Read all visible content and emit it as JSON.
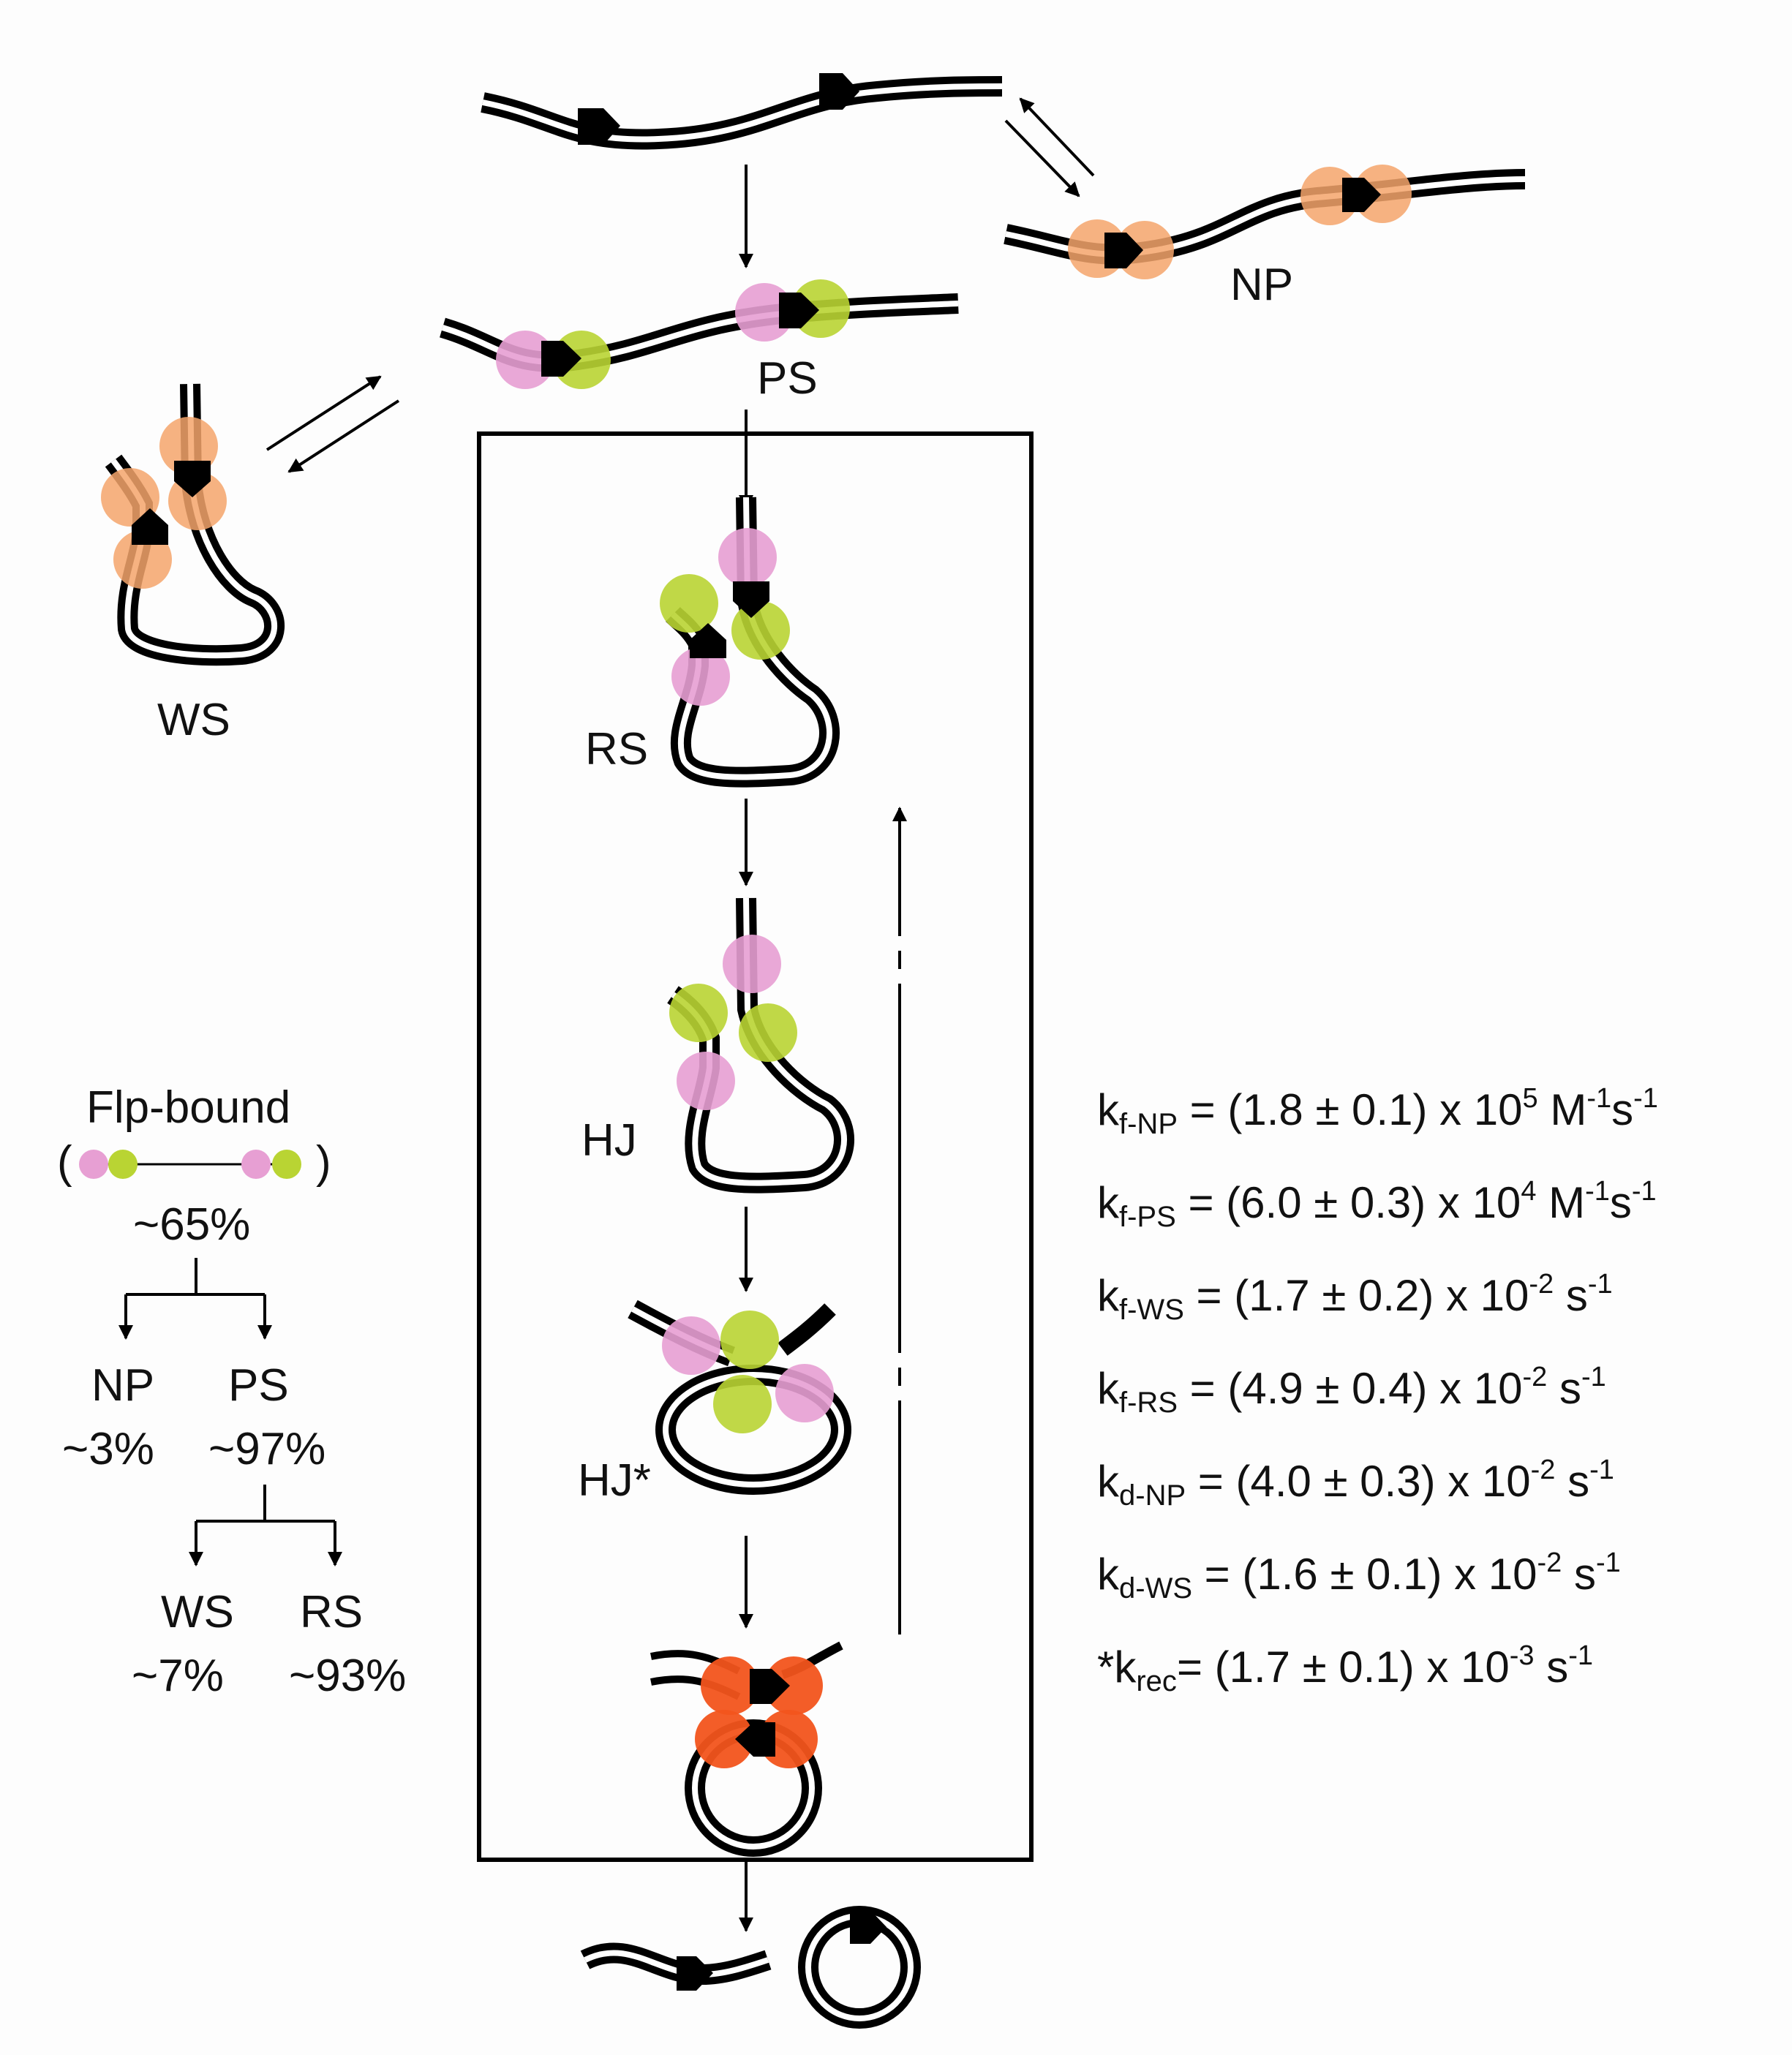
{
  "states": {
    "np": "NP",
    "ps": "PS",
    "ws": "WS",
    "rs": "RS",
    "hj": "HJ",
    "hj_star": "HJ*"
  },
  "legend": {
    "title": "Flp-bound",
    "open_paren": "(",
    "close_paren": ")",
    "total": "~65%",
    "np_label": "NP",
    "np_pct": "~3%",
    "ps_label": "PS",
    "ps_pct": "~97%",
    "ws_label": "WS",
    "ws_pct": "~7%",
    "rs_label": "RS",
    "rs_pct": "~93%"
  },
  "rates": [
    {
      "prefix": "k",
      "sub": "f-NP",
      "body": " = (1.8 ± 0.1) x 10",
      "exp": "5",
      "unit_a": " M",
      "unit_a_exp": "-1",
      "unit_b": "s",
      "unit_b_exp": "-1"
    },
    {
      "prefix": "k",
      "sub": "f-PS",
      "body": " = (6.0 ± 0.3) x 10",
      "exp": "4",
      "unit_a": " M",
      "unit_a_exp": "-1",
      "unit_b": "s",
      "unit_b_exp": "-1"
    },
    {
      "prefix": "k",
      "sub": "f-WS",
      "body": " = (1.7 ± 0.2) x 10",
      "exp": "-2",
      "unit_a": "",
      "unit_a_exp": "",
      "unit_b": " s",
      "unit_b_exp": "-1"
    },
    {
      "prefix": "k",
      "sub": "f-RS",
      "body": " = (4.9 ± 0.4) x 10",
      "exp": "-2",
      "unit_a": "",
      "unit_a_exp": "",
      "unit_b": " s",
      "unit_b_exp": "-1"
    },
    {
      "prefix": "k",
      "sub": "d-NP",
      "body": " = (4.0 ± 0.3) x 10",
      "exp": "-2",
      "unit_a": "",
      "unit_a_exp": "",
      "unit_b": " s",
      "unit_b_exp": "-1"
    },
    {
      "prefix": "k",
      "sub": "d-WS",
      "body": " = (1.6 ± 0.1) x 10",
      "exp": "-2",
      "unit_a": "",
      "unit_a_exp": "",
      "unit_b": " s",
      "unit_b_exp": "-1"
    },
    {
      "prefix": "*k",
      "sub": "rec",
      "body": "= (1.7 ± 0.1) x 10",
      "exp": "-3",
      "unit_a": "",
      "unit_a_exp": "",
      "unit_b": " s",
      "unit_b_exp": "-1"
    }
  ],
  "colors": {
    "pink": "#e79fd3",
    "lime": "#b9d433",
    "orange_light": "#f4a56b",
    "orange_red": "#f2541c",
    "ink": "#000000"
  }
}
